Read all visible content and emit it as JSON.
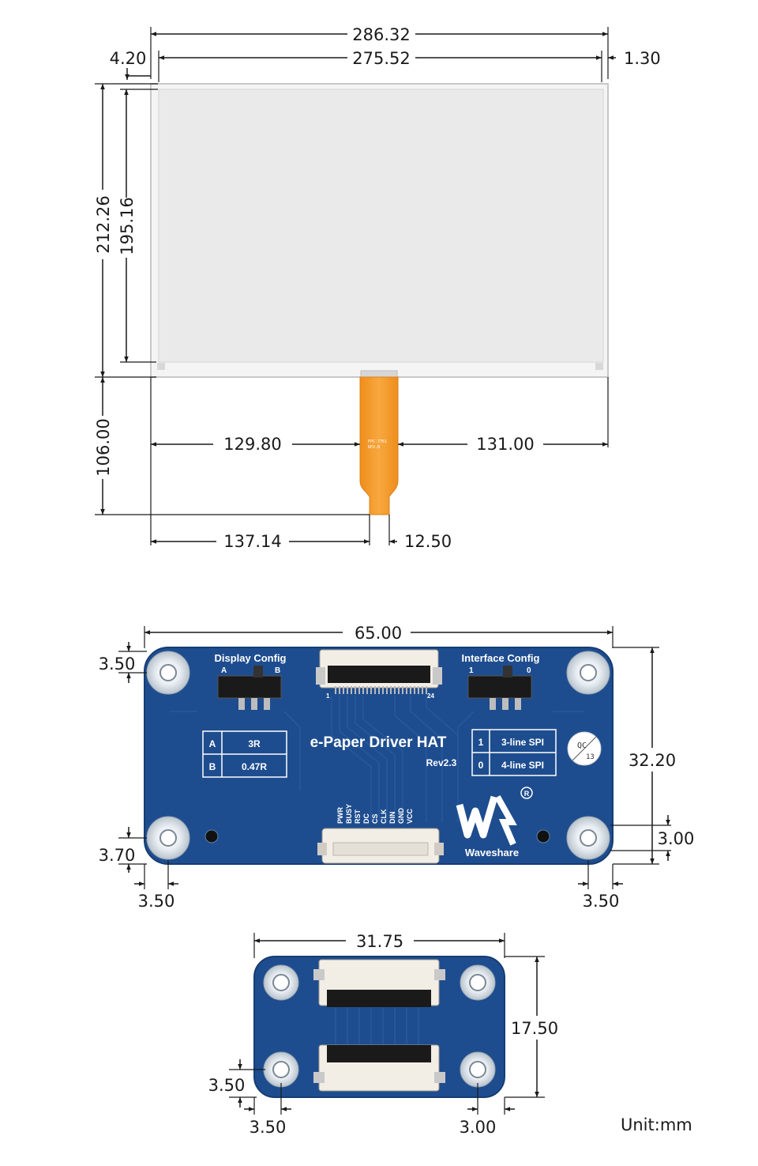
{
  "display_dimensions": {
    "overall_width": "286.32",
    "active_width": "275.52",
    "left_border": "4.20",
    "right_border": "1.30",
    "overall_height": "212.26",
    "active_height": "195.16",
    "fpc_height": "106.00",
    "fpc_left_offset": "129.80",
    "fpc_right_offset": "131.00",
    "fpc_tail_offset": "137.14",
    "fpc_tail_width": "12.50"
  },
  "fpc_marking": [
    "FPC-7761",
    "REV.B"
  ],
  "driver_hat": {
    "width": "65.00",
    "height": "32.20",
    "hole_top_offset": "3.50",
    "hole_bottom_offset": "3.70",
    "hole_left_offset": "3.50",
    "hole_right_offset": "3.50",
    "hole_right_vertical": "3.00",
    "title": "e-Paper Driver HAT",
    "revision": "Rev2.3",
    "display_config": {
      "label": "Display Config",
      "pos_a": "A",
      "pos_b": "B",
      "rows": [
        {
          "key": "A",
          "value": "3R"
        },
        {
          "key": "B",
          "value": "0.47R"
        }
      ]
    },
    "interface_config": {
      "label": "Interface Config",
      "pos_1": "1",
      "pos_0": "0",
      "rows": [
        {
          "key": "1",
          "value": "3-line SPI"
        },
        {
          "key": "0",
          "value": "4-line SPI"
        }
      ]
    },
    "pins": [
      "PWR",
      "BUSY",
      "RST",
      "DC",
      "CS",
      "CLK",
      "DIN",
      "GND",
      "VCC"
    ],
    "connector_pin_first": "1",
    "connector_pin_last": "24",
    "qc_stamp": [
      "QC",
      "13"
    ],
    "brand": "Waveshare",
    "registered": "R"
  },
  "adapter_board": {
    "width": "31.75",
    "height": "17.50",
    "hole_vertical": "3.50",
    "hole_left": "3.50",
    "hole_right": "3.00"
  },
  "unit_label": "Unit:mm",
  "colors": {
    "pcb_blue": "#1d4b8c",
    "fpc_orange": "#f29a2c",
    "display_gray": "#eeeeee",
    "dimension_line": "#1a1a1a"
  }
}
